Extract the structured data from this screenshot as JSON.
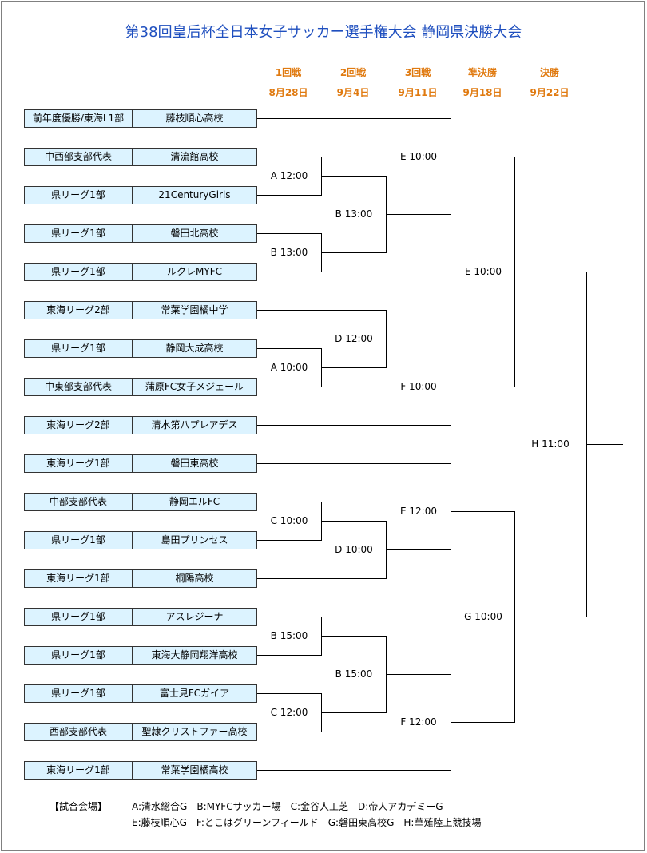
{
  "title": "第38回皇后杯全日本女子サッカー選手権大会 静岡県決勝大会",
  "rounds": [
    {
      "name": "1回戦",
      "date": "8月28日"
    },
    {
      "name": "2回戦",
      "date": "9月4日"
    },
    {
      "name": "3回戦",
      "date": "9月11日"
    },
    {
      "name": "準決勝",
      "date": "9月18日"
    },
    {
      "name": "決勝",
      "date": "9月22日"
    }
  ],
  "teams": [
    {
      "category": "前年度優勝/東海L1部",
      "name": "藤枝順心高校"
    },
    {
      "category": "中西部支部代表",
      "name": "清流館高校"
    },
    {
      "category": "県リーグ1部",
      "name": "21CenturyGirls"
    },
    {
      "category": "県リーグ1部",
      "name": "磐田北高校"
    },
    {
      "category": "県リーグ1部",
      "name": "ルクレMYFC"
    },
    {
      "category": "東海リーグ2部",
      "name": "常葉学園橘中学"
    },
    {
      "category": "県リーグ1部",
      "name": "静岡大成高校"
    },
    {
      "category": "中東部支部代表",
      "name": "蒲原FC女子メジェール"
    },
    {
      "category": "東海リーグ2部",
      "name": "清水第八プレアデス"
    },
    {
      "category": "東海リーグ1部",
      "name": "磐田東高校"
    },
    {
      "category": "中部支部代表",
      "name": "静岡エルFC"
    },
    {
      "category": "県リーグ1部",
      "name": "島田プリンセス"
    },
    {
      "category": "東海リーグ1部",
      "name": "桐陽高校"
    },
    {
      "category": "県リーグ1部",
      "name": "アスレジーナ"
    },
    {
      "category": "県リーグ1部",
      "name": "東海大静岡翔洋高校"
    },
    {
      "category": "県リーグ1部",
      "name": "富士見FCガイア"
    },
    {
      "category": "西部支部代表",
      "name": "聖隷クリストファー高校"
    },
    {
      "category": "東海リーグ1部",
      "name": "常葉学園橘高校"
    }
  ],
  "matches": {
    "r1": [
      "A 12:00",
      "B 13:00",
      "A 10:00",
      "C 10:00",
      "B 15:00",
      "C 12:00"
    ],
    "r2": [
      "B 13:00",
      "D 12:00",
      "D 10:00",
      "B 15:00"
    ],
    "r3": [
      "E 10:00",
      "F 10:00",
      "E 12:00",
      "F 12:00"
    ],
    "sf": [
      "E 10:00",
      "G 10:00"
    ],
    "final": "H 11:00"
  },
  "venues": {
    "label": "【試合会場】",
    "line1": "A:清水総合G　B:MYFCサッカー場　C:金谷人工芝　D:帝人アカデミーG",
    "line2": "E:藤枝順心G　F:とこはグリーンフィールド　G:磐田東高校G　H:草薙陸上競技場"
  }
}
